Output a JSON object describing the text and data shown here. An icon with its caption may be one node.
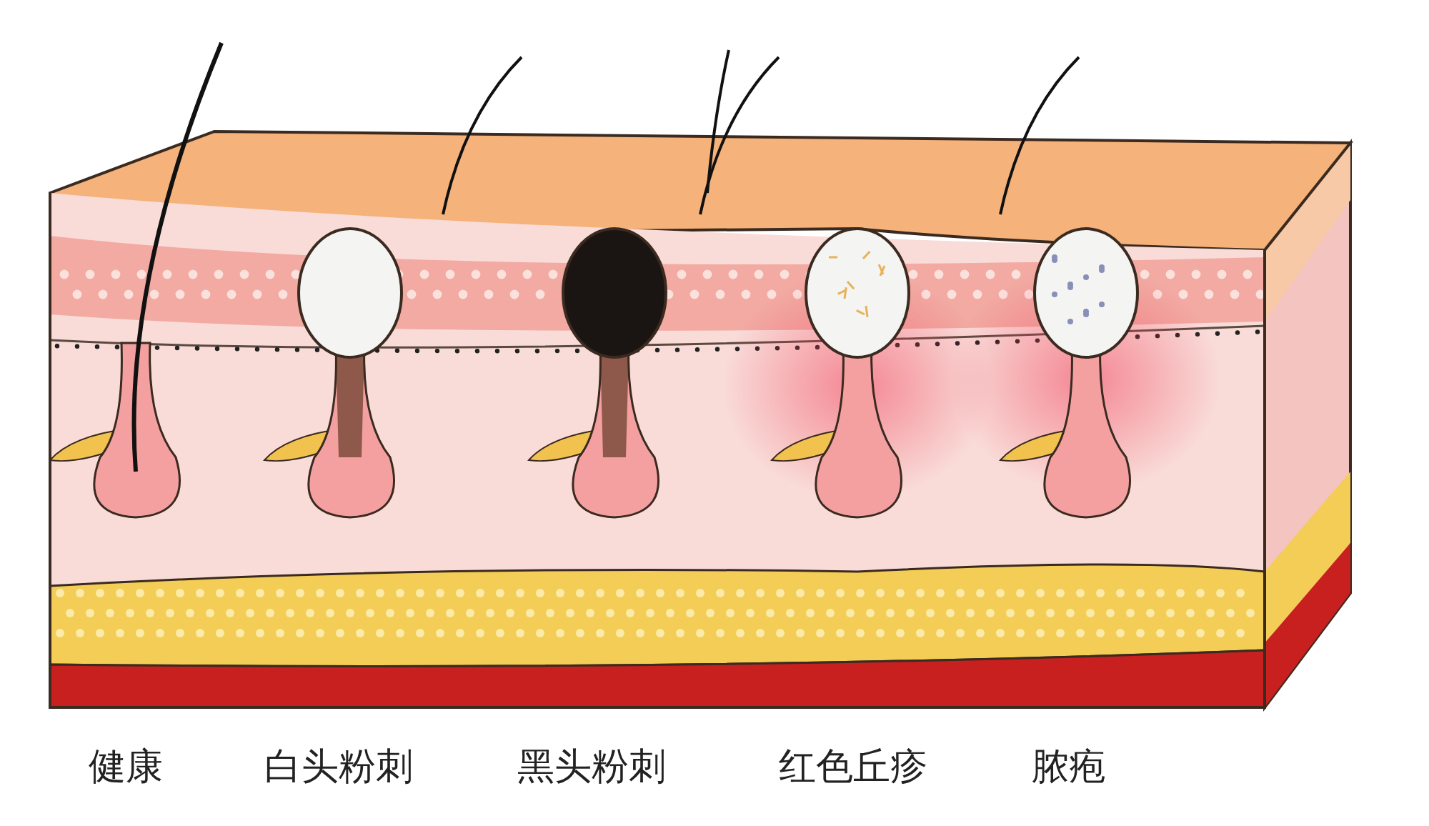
{
  "diagram": {
    "labels": [
      "健康",
      "白头粉刺",
      "黑头粉刺",
      "红色丘疹",
      "脓疱"
    ]
  }
}
